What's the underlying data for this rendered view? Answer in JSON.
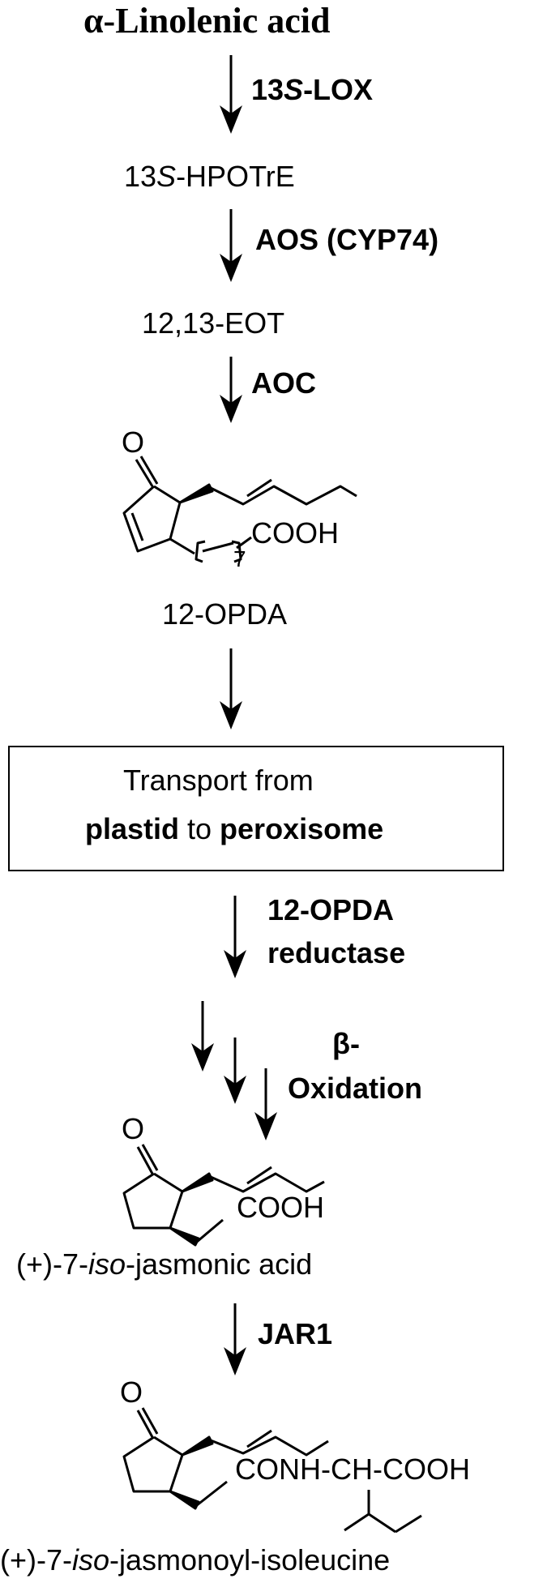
{
  "title": "α-Linolenic acid",
  "steps": {
    "lox_enzyme_a": "13",
    "lox_enzyme_b": "S",
    "lox_enzyme_c": "-LOX",
    "hpotre_a": "13",
    "hpotre_b": "S",
    "hpotre_c": "-HPOTrE",
    "aos_enzyme": "AOS (CYP74)",
    "eot": "12,13-EOT",
    "aoc_enzyme": "AOC",
    "opda": "12-OPDA",
    "transport_line1": "Transport from",
    "transport_plastid": "plastid",
    "transport_to": " to ",
    "transport_peroxisome": "peroxisome",
    "reductase_line1": "12-OPDA",
    "reductase_line2": "reductase",
    "beta_line1": "β-",
    "beta_line2": "Oxidation",
    "ja_a": "(+)-7-",
    "ja_b": "iso",
    "ja_c": "-jasmonic acid",
    "jar1_enzyme": "JAR1",
    "jaile_a": "(+)-7-",
    "jaile_b": "iso",
    "jaile_c": "-jasmonoyl-isoleucine"
  },
  "structures": {
    "opda_o": "O",
    "opda_cooh": "COOH",
    "opda_subscript": "7",
    "ja_o": "O",
    "ja_cooh": "COOH",
    "jaile_o": "O",
    "jaile_chain": "CONH-CH-COOH"
  }
}
